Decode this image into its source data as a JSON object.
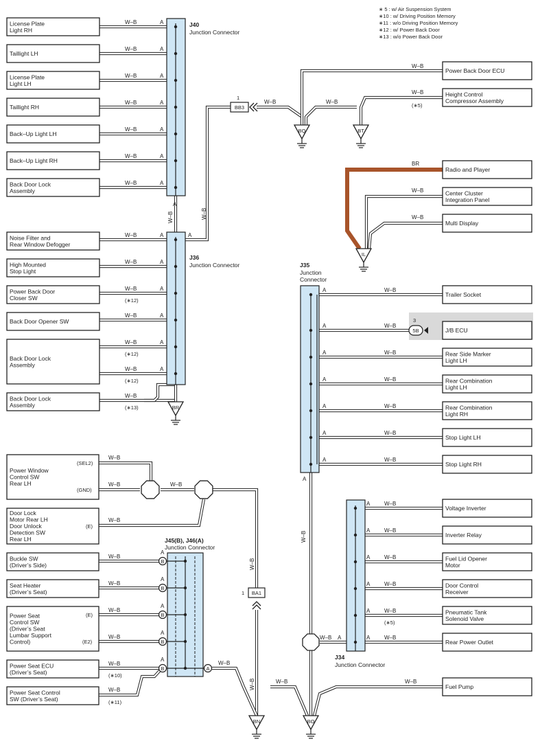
{
  "legend": [
    "∗ 5 : w/ Air Suspension System",
    "∗10 : w/ Driving Position Memory",
    "∗11 : w/o Driving Position Memory",
    "∗12 : w/ Power Back Door",
    "∗13 : w/o Power Back Door"
  ],
  "wire_color": "W–B",
  "wire_color_br": "BR",
  "pin_a": "A",
  "pin_b": "B",
  "junctions": {
    "j40": {
      "id": "J40",
      "name": "Junction Connector"
    },
    "j36": {
      "id": "J36",
      "name": "Junction Connector"
    },
    "j35": {
      "id": "J35",
      "name": "Junction",
      "name2": "Connector"
    },
    "j34": {
      "id": "J34",
      "name": "Junction Connector"
    },
    "j45": {
      "id": "J45(B), J46(A)",
      "name": "Junction Connector"
    }
  },
  "left_top": [
    {
      "l1": "License Plate",
      "l2": "Light RH"
    },
    {
      "l1": "Taillight LH",
      "l2": ""
    },
    {
      "l1": "License Plate",
      "l2": "Light LH"
    },
    {
      "l1": "Taillight RH",
      "l2": ""
    },
    {
      "l1": "Back–Up Light LH",
      "l2": ""
    },
    {
      "l1": "Back–Up Light RH",
      "l2": ""
    },
    {
      "l1": "Back Door Lock",
      "l2": "Assembly"
    }
  ],
  "left_mid": [
    {
      "l1": "Noise Filter and",
      "l2": "Rear Window Defogger"
    },
    {
      "l1": "High Mounted",
      "l2": "Stop Light"
    },
    {
      "l1": "Power Back Door",
      "l2": "Closer SW"
    },
    {
      "l1": "Back Door Opener SW",
      "l2": ""
    },
    {
      "l1": "Back Door Lock",
      "l2": "Assembly"
    },
    {
      "l1": "Back Door Lock",
      "l2": "Assembly"
    }
  ],
  "notes": {
    "n5": "(∗5)",
    "n10": "(∗10)",
    "n11": "(∗11)",
    "n12": "(∗12)",
    "n13": "(∗13)"
  },
  "right_top": [
    {
      "l1": "Power Back Door ECU",
      "l2": ""
    },
    {
      "l1": "Height Control",
      "l2": "Compressor Assembly"
    },
    {
      "l1": "Radio and Player",
      "l2": ""
    },
    {
      "l1": "Center Cluster",
      "l2": "Integration Panel"
    },
    {
      "l1": "Multi Display",
      "l2": ""
    }
  ],
  "right_j35": [
    {
      "l1": "Trailer Socket",
      "l2": ""
    },
    {
      "l1": "J/B ECU",
      "l2": ""
    },
    {
      "l1": "Rear Side Marker",
      "l2": "Light LH"
    },
    {
      "l1": "Rear Combination",
      "l2": "Light LH"
    },
    {
      "l1": "Rear Combination",
      "l2": "Light RH"
    },
    {
      "l1": "Stop Light LH",
      "l2": ""
    },
    {
      "l1": "Stop Light RH",
      "l2": ""
    }
  ],
  "right_j34": [
    {
      "l1": "Voltage Inverter",
      "l2": ""
    },
    {
      "l1": "Inverter Relay",
      "l2": ""
    },
    {
      "l1": "Fuel Lid Opener",
      "l2": "Motor"
    },
    {
      "l1": "Door Control",
      "l2": "Receiver"
    },
    {
      "l1": "Pneumatic Tank",
      "l2": "Solenoid Valve"
    },
    {
      "l1": "Rear Power Outlet",
      "l2": ""
    },
    {
      "l1": "Fuel Pump",
      "l2": ""
    }
  ],
  "left_bottom": {
    "pw": {
      "l1": "Power Window",
      "l2": "Control SW",
      "l3": "Rear LH"
    },
    "dl": {
      "l1": "Door Lock",
      "l2": "Motor Rear LH",
      "l3": "Door Unlock",
      "l4": "Detection SW",
      "l5": "Rear LH"
    },
    "buckle": {
      "l1": "Buckle SW",
      "l2": "(Driver’s Side)"
    },
    "heater": {
      "l1": "Seat Heater",
      "l2": "(Driver’s Seat)"
    },
    "lumbar": {
      "l1": "Power Seat",
      "l2": "Control SW",
      "l3": "(Driver’s Seat",
      "l4": "Lumbar Support",
      "l5": "Control)"
    },
    "psecu": {
      "l1": "Power Seat ECU",
      "l2": "(Driver’s Seat)"
    },
    "pssw": {
      "l1": "Power Seat Control",
      "l2": "SW (Driver’s Seat)"
    }
  },
  "pins": {
    "sel2": "(SEL2)",
    "gnd": "(GND)",
    "e": "(E)",
    "e2": "(E2)"
  },
  "connectors": {
    "bb3": "BB3",
    "bb3_pin": "1",
    "ba1": "BA1",
    "ba1_pin": "1",
    "jb": "5B",
    "jb_pin": "3"
  },
  "grounds": {
    "bq": "BQ",
    "bt": "BT",
    "il": "IL",
    "br": "BR",
    "bn": "BN",
    "bo": "BO"
  }
}
